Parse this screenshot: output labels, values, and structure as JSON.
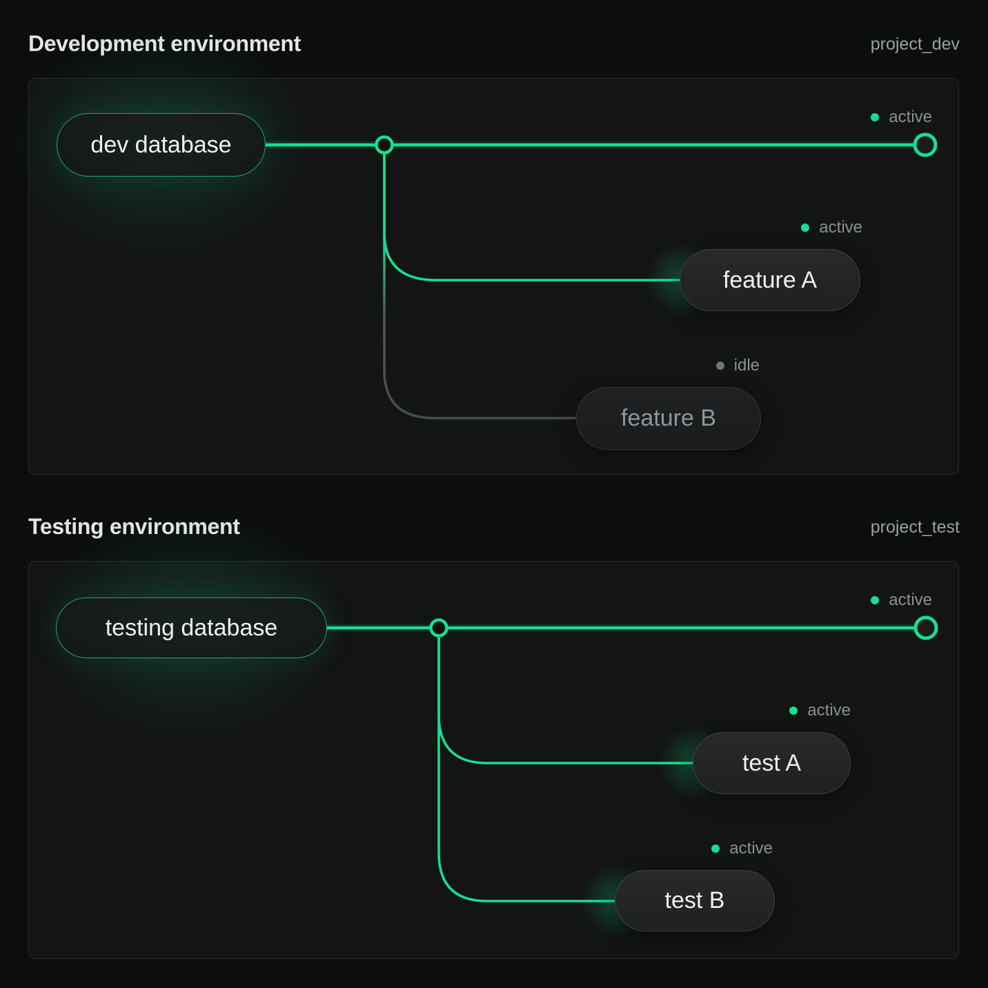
{
  "colors": {
    "accent_green": "#15e092",
    "idle_gray": "#6e7579",
    "background": "#0c0d0d",
    "panel_background": "#131414"
  },
  "sections": [
    {
      "title": "Development environment",
      "project_label": "project_dev",
      "database": {
        "label": "dev database",
        "status": "active"
      },
      "branches": [
        {
          "label": "feature A",
          "status": "active"
        },
        {
          "label": "feature B",
          "status": "idle"
        }
      ]
    },
    {
      "title": "Testing environment",
      "project_label": "project_test",
      "database": {
        "label": "testing database",
        "status": "active"
      },
      "branches": [
        {
          "label": "test A",
          "status": "active"
        },
        {
          "label": "test B",
          "status": "active"
        }
      ]
    }
  ]
}
